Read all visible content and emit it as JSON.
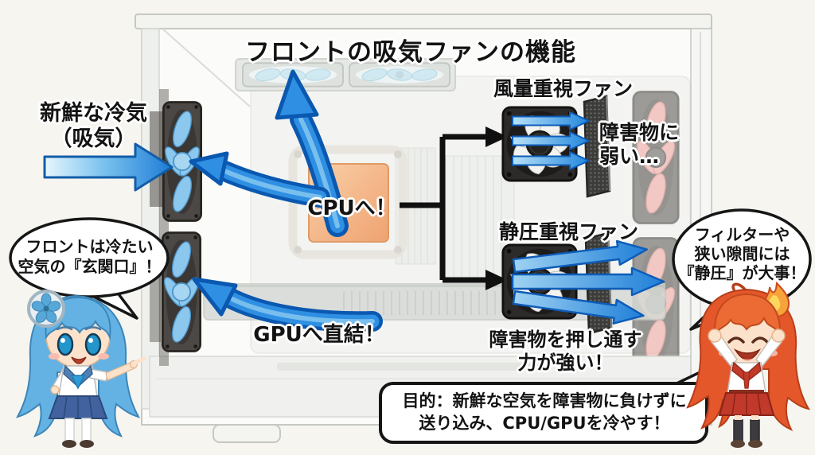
{
  "title": "フロントの吸気ファンの機能",
  "intake": {
    "line1": "新鮮な冷気",
    "line2": "（吸気）"
  },
  "cpu_label": "CPUへ！",
  "gpu_label": "GPUへ直結！",
  "airflow_fan": {
    "title": "風量重視ファン",
    "note1": "障害物に",
    "note2": "弱い…"
  },
  "pressure_fan": {
    "title": "静圧重視ファン",
    "note1": "障害物を押し通す",
    "note2": "力が強い！"
  },
  "bubble_left": {
    "line1": "フロントは冷たい",
    "line2": "空気の『玄関口』！"
  },
  "bubble_right": {
    "line1": "フィルターや",
    "line2": "狭い隙間には",
    "line3": "『静圧』が大事！"
  },
  "purpose": {
    "line1": "目的：新鮮な空気を障害物に負けずに",
    "line2": "送り込み、CPU/GPUを冷やす！"
  },
  "colors": {
    "arrow_blue": "#2f8fe2",
    "arrow_blue_dark": "#0a58b0",
    "arrow_blue_light": "#85c8f0",
    "connector_black": "#101010",
    "cpu_orange": "#f2a96f",
    "front_fan_blade": "#8cc8ee",
    "rear_fan_blade": "#f0a5a0",
    "background": "#f6f5f0"
  }
}
